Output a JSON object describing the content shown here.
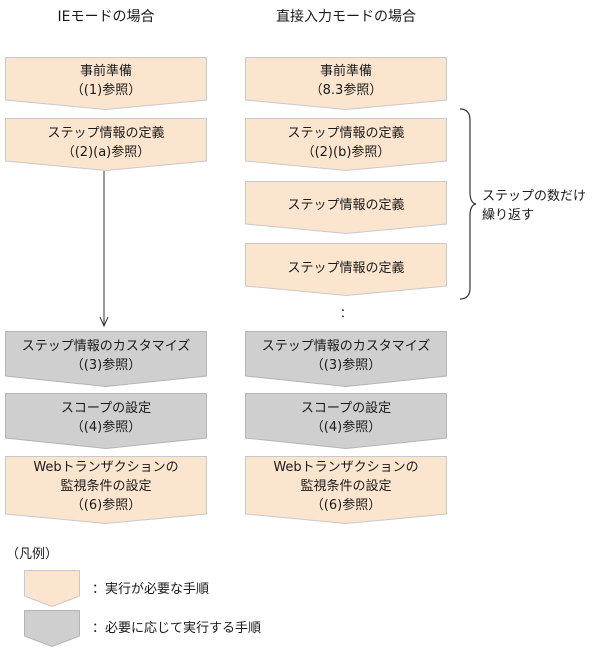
{
  "left_column": {
    "title": "IEモードの場合",
    "steps": [
      {
        "lines": [
          "事前準備",
          "（(1)参照）"
        ],
        "kind": "required"
      },
      {
        "lines": [
          "ステップ情報の定義",
          "（(2)(a)参照）"
        ],
        "kind": "required"
      },
      {
        "lines": [
          "ステップ情報のカスタマイズ",
          "（(3)参照）"
        ],
        "kind": "optional"
      },
      {
        "lines": [
          "スコープの設定",
          "（(4)参照）"
        ],
        "kind": "optional"
      },
      {
        "lines": [
          "Webトランザクションの",
          "監視条件の設定",
          "（(6)参照）"
        ],
        "kind": "required"
      }
    ]
  },
  "right_column": {
    "title": "直接入力モードの場合",
    "steps": [
      {
        "lines": [
          "事前準備",
          "（8.3参照）"
        ],
        "kind": "required"
      },
      {
        "lines": [
          "ステップ情報の定義",
          "（(2)(b)参照）"
        ],
        "kind": "required"
      },
      {
        "lines": [
          "ステップ情報の定義"
        ],
        "kind": "required"
      },
      {
        "lines": [
          "ステップ情報の定義"
        ],
        "kind": "required"
      },
      {
        "lines": [
          "ステップ情報のカスタマイズ",
          "（(3)参照）"
        ],
        "kind": "optional"
      },
      {
        "lines": [
          "スコープの設定",
          "（(4)参照）"
        ],
        "kind": "optional"
      },
      {
        "lines": [
          "Webトランザクションの",
          "監視条件の設定",
          "（(6)参照）"
        ],
        "kind": "required"
      }
    ],
    "repeat_note": [
      "ステップの数だけ",
      "繰り返す"
    ],
    "ellipsis": "："
  },
  "legend": {
    "title": "（凡例）",
    "items": [
      {
        "label": "：実行が必要な手順",
        "kind": "required"
      },
      {
        "label": "：必要に応じて実行する手順",
        "kind": "optional"
      }
    ]
  },
  "colors": {
    "required": "#fbe5cf",
    "optional": "#cfcfcf"
  }
}
